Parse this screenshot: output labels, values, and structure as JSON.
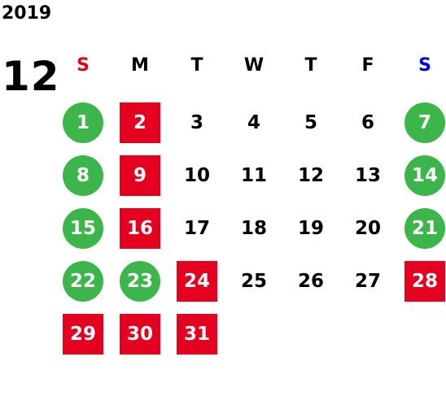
{
  "calendar": {
    "year": "2019",
    "month": "12",
    "weekdays": [
      {
        "label": "S",
        "color": "#e60012"
      },
      {
        "label": "M",
        "color": "#000000"
      },
      {
        "label": "T",
        "color": "#000000"
      },
      {
        "label": "W",
        "color": "#000000"
      },
      {
        "label": "T",
        "color": "#000000"
      },
      {
        "label": "F",
        "color": "#000000"
      },
      {
        "label": "S",
        "color": "#0000cc"
      }
    ],
    "marker_colors": {
      "circle": "#3cb64a",
      "square": "#e60020"
    },
    "weeks": [
      [
        {
          "day": "1",
          "mark": "circle"
        },
        {
          "day": "2",
          "mark": "square"
        },
        {
          "day": "3",
          "mark": "none"
        },
        {
          "day": "4",
          "mark": "none"
        },
        {
          "day": "5",
          "mark": "none"
        },
        {
          "day": "6",
          "mark": "none"
        },
        {
          "day": "7",
          "mark": "circle"
        }
      ],
      [
        {
          "day": "8",
          "mark": "circle"
        },
        {
          "day": "9",
          "mark": "square"
        },
        {
          "day": "10",
          "mark": "none"
        },
        {
          "day": "11",
          "mark": "none"
        },
        {
          "day": "12",
          "mark": "none"
        },
        {
          "day": "13",
          "mark": "none"
        },
        {
          "day": "14",
          "mark": "circle"
        }
      ],
      [
        {
          "day": "15",
          "mark": "circle"
        },
        {
          "day": "16",
          "mark": "square"
        },
        {
          "day": "17",
          "mark": "none"
        },
        {
          "day": "18",
          "mark": "none"
        },
        {
          "day": "19",
          "mark": "none"
        },
        {
          "day": "20",
          "mark": "none"
        },
        {
          "day": "21",
          "mark": "circle"
        }
      ],
      [
        {
          "day": "22",
          "mark": "circle"
        },
        {
          "day": "23",
          "mark": "circle"
        },
        {
          "day": "24",
          "mark": "square"
        },
        {
          "day": "25",
          "mark": "none"
        },
        {
          "day": "26",
          "mark": "none"
        },
        {
          "day": "27",
          "mark": "none"
        },
        {
          "day": "28",
          "mark": "square"
        }
      ],
      [
        {
          "day": "29",
          "mark": "square"
        },
        {
          "day": "30",
          "mark": "square"
        },
        {
          "day": "31",
          "mark": "square"
        }
      ]
    ]
  }
}
